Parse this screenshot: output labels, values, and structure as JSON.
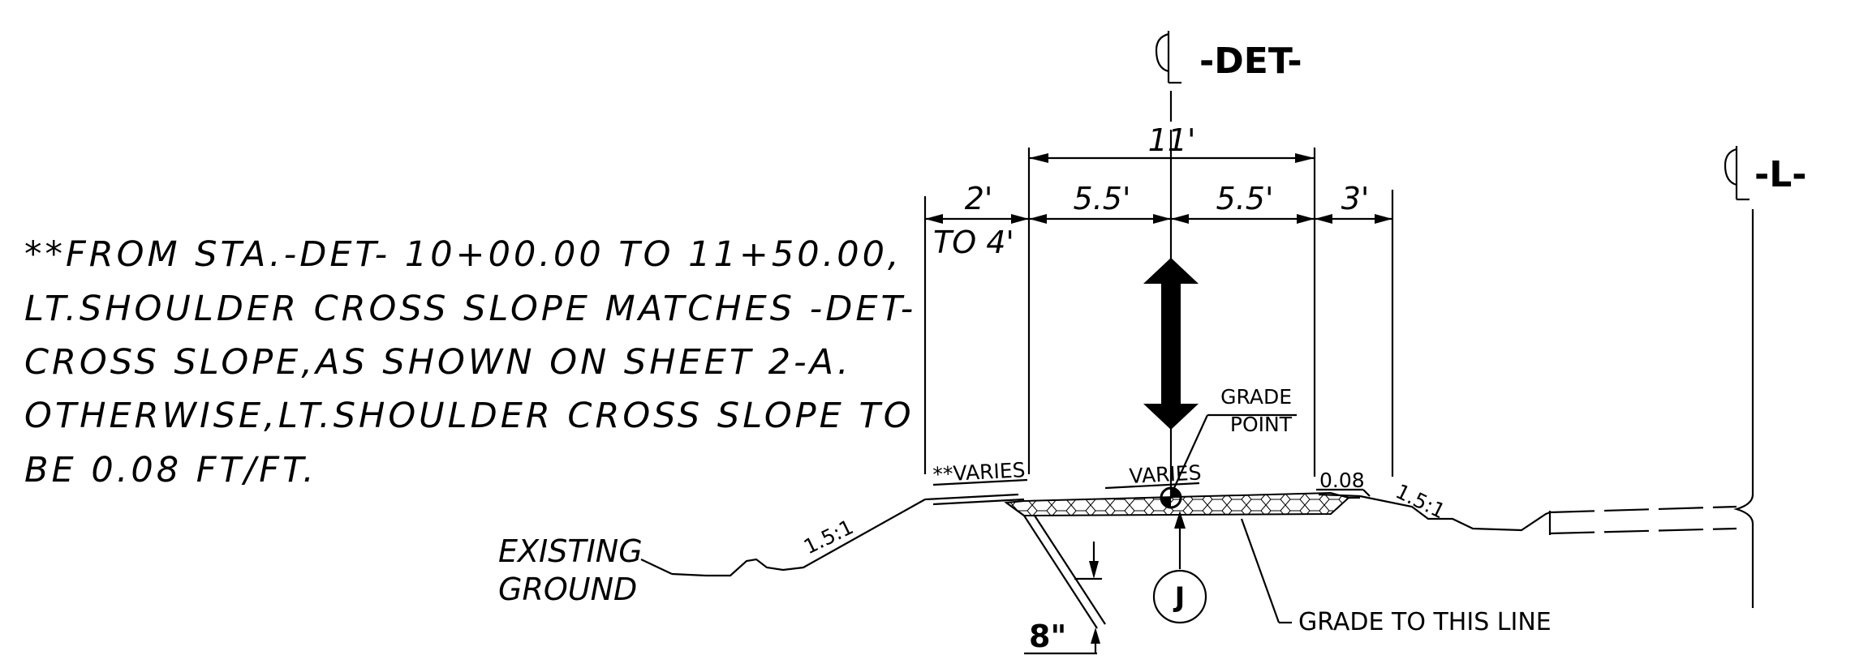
{
  "note": {
    "lines": [
      "**FROM STA.-DET- 10+00.00 TO 11+50.00,",
      "LT.SHOULDER CROSS SLOPE MATCHES -DET-",
      "CROSS SLOPE,AS SHOWN ON SHEET 2-A.",
      "OTHERWISE,LT.SHOULDER CROSS SLOPE TO",
      "BE 0.08 FT/FT."
    ]
  },
  "centerlines": {
    "det_label": "-DET-",
    "l_label": "-L-"
  },
  "dimensions": {
    "total_width": "11'",
    "left_shoulder": "2'",
    "left_shoulder_range": "TO 4'",
    "left_lane": "5.5'",
    "right_lane": "5.5'",
    "right_shoulder": "3'",
    "depth": "8\""
  },
  "labels": {
    "grade_point_1": "GRADE",
    "grade_point_2": "POINT",
    "varies_left": "**VARIES",
    "varies_center": "VARIES",
    "slope_shoulder_right": "0.08",
    "slope_right": "1.5:1",
    "slope_left": "1.5:1",
    "existing_ground_1": "EXISTING",
    "existing_ground_2": "GROUND",
    "detail_marker": "J",
    "grade_line": "GRADE TO  THIS LINE"
  }
}
